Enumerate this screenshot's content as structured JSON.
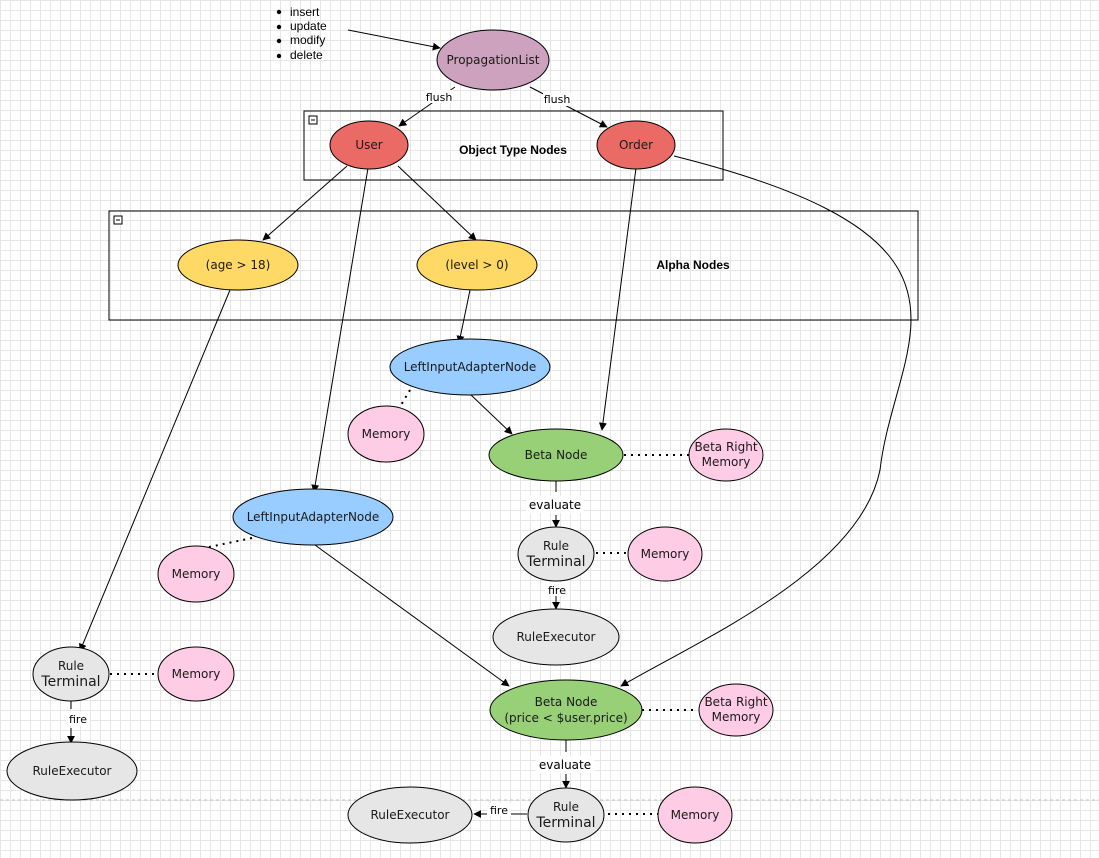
{
  "event_list": [
    "insert",
    "update",
    "modify",
    "delete"
  ],
  "groups": {
    "object_type": "Object Type Nodes",
    "alpha": "Alpha Nodes"
  },
  "nodes": {
    "propagation_list": "PropagationList",
    "user": "User",
    "order": "Order",
    "age_condition": "(age > 18)",
    "level_condition": "(level > 0)",
    "lia_upper": "LeftInputAdapterNode",
    "memory_upper": "Memory",
    "beta_upper": "Beta Node",
    "beta_right_upper": [
      "Beta Right",
      "Memory"
    ],
    "rule_terminal_mid": [
      "Rule",
      "Terminal"
    ],
    "memory_mid": "Memory",
    "rule_executor_mid": "RuleExecutor",
    "lia_lower": "LeftInputAdapterNode",
    "memory_lower": "Memory",
    "rule_terminal_left": [
      "Rule",
      "Terminal"
    ],
    "memory_left": "Memory",
    "rule_executor_left": "RuleExecutor",
    "beta_lower": [
      "Beta Node",
      "(price < $user.price)"
    ],
    "beta_right_lower": [
      "Beta Right",
      "Memory"
    ],
    "rule_terminal_bottom": [
      "Rule",
      "Terminal"
    ],
    "memory_bottom": "Memory",
    "rule_executor_bottom": "RuleExecutor"
  },
  "edge_labels": {
    "flush_left": "flush",
    "flush_right": "flush",
    "evaluate_upper": "evaluate",
    "fire_mid": "fire",
    "fire_left": "fire",
    "evaluate_lower": "evaluate",
    "fire_bottom": "fire"
  },
  "colors": {
    "propagation": "#cda2be",
    "object_type": "#ea6b66",
    "alpha": "#ffd966",
    "adapter": "#99ccff",
    "beta": "#97d077",
    "memory": "#ffcce6",
    "terminal": "#e6e6e6"
  }
}
